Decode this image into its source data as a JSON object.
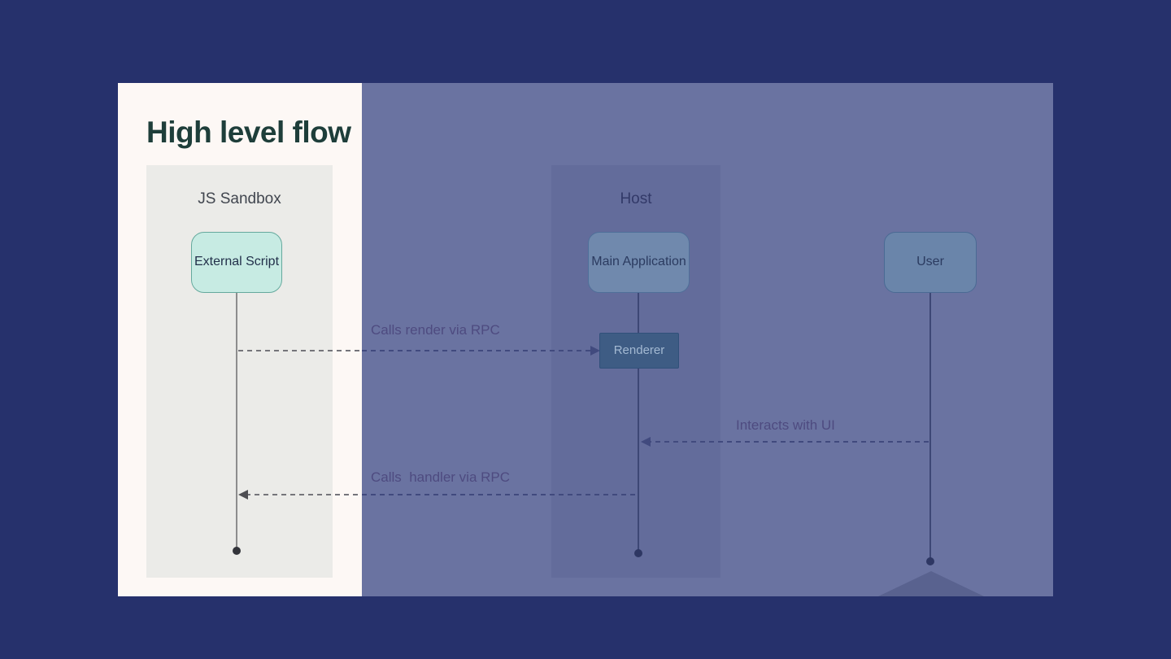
{
  "title": "High level flow",
  "lanes": {
    "sandbox": {
      "label": "JS Sandbox"
    },
    "host": {
      "label": "Host"
    }
  },
  "actors": {
    "external_script": {
      "label": "External Script"
    },
    "main_application": {
      "label": "Main Application"
    },
    "user": {
      "label": "User"
    },
    "renderer": {
      "label": "Renderer"
    }
  },
  "messages": {
    "calls_render": {
      "label": "Calls render via RPC",
      "from": "External Script",
      "to": "Renderer",
      "direction": "right"
    },
    "interacts": {
      "label": "Interacts with UI",
      "from": "User",
      "to": "Main Application",
      "direction": "left"
    },
    "calls_handler": {
      "label": "Calls  handler via RPC",
      "from": "Main Application",
      "to": "External Script",
      "direction": "left"
    }
  },
  "colors": {
    "canvas": "#26316c",
    "panel": "#fdf8f5",
    "overlay": "#6a73a1",
    "lane_light": "#ebebe8",
    "lane_dark": "#636c9b",
    "mint": "#c7ebe3",
    "mint_border": "#65a99d",
    "steel": "#7089ad",
    "renderer_fill": "#3e5c84",
    "renderer_text": "#a3b9d2",
    "title_color": "#1e3e3a",
    "label_color": "#4e4b80"
  }
}
